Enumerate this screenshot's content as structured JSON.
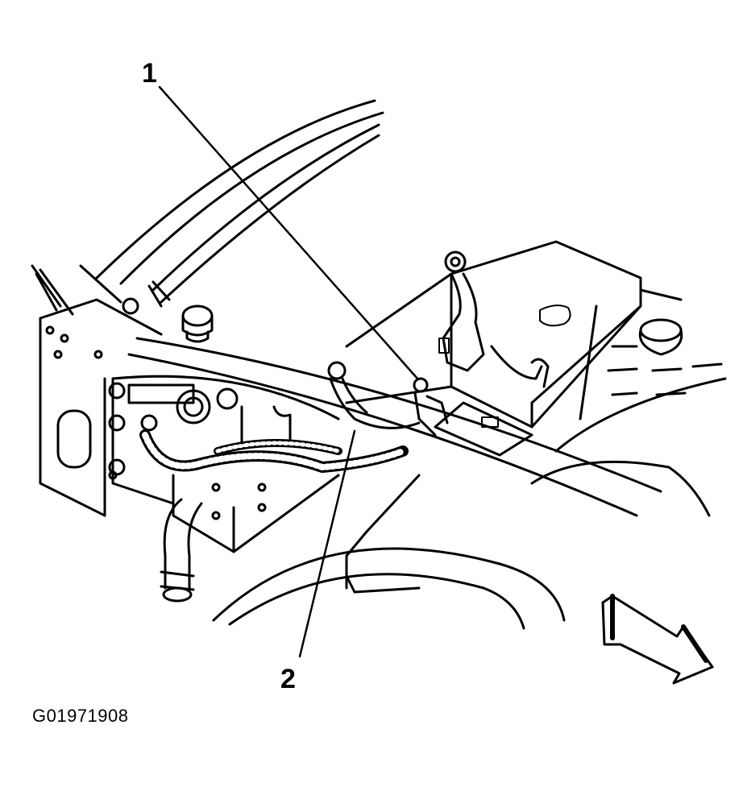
{
  "figure": {
    "callouts": [
      "1",
      "2"
    ],
    "figure_id": "G01971908",
    "direction_arrow_icon": "front-arrow-icon"
  }
}
